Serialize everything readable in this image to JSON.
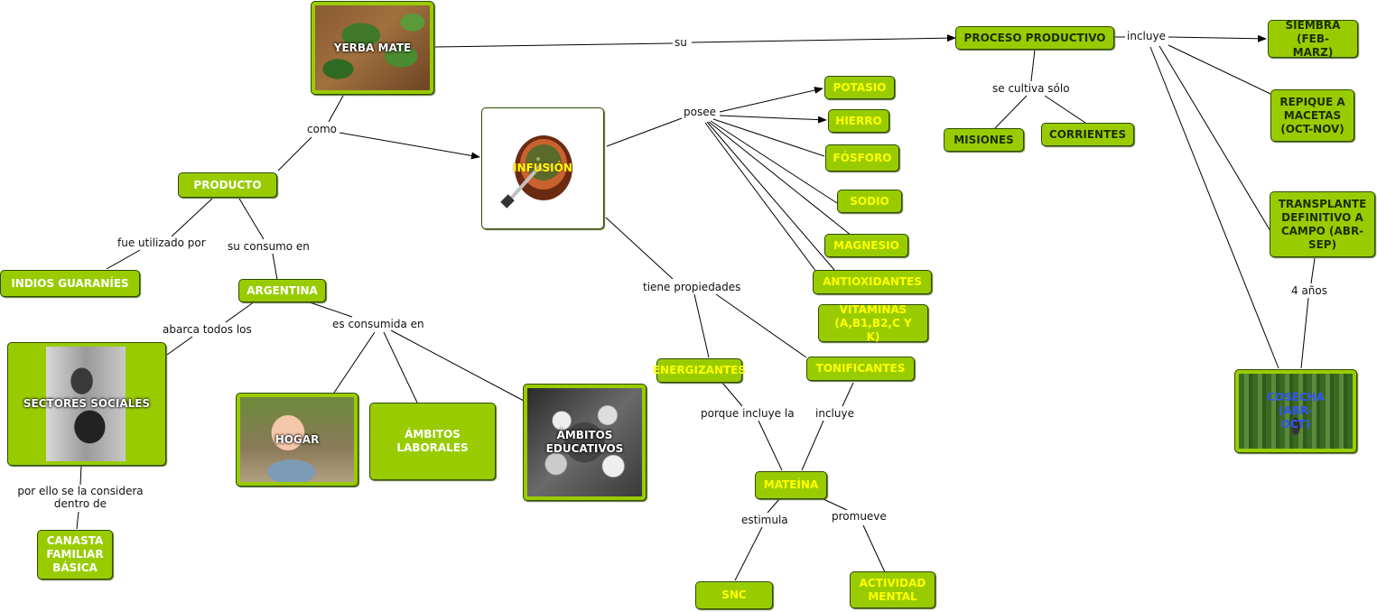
{
  "nodes": {
    "yerba_mate": "YERBA MATE",
    "producto": "PRODUCTO",
    "infusion": "INFUSIÓN",
    "indios": "INDIOS GUARANÍES",
    "argentina": "ARGENTINA",
    "sectores": "SECTORES SOCIALES",
    "canasta": "CANASTA FAMILIAR BÁSICA",
    "hogar": "HOGAR",
    "laborales": "ÁMBITOS LABORALES",
    "educativos": "ÁMBITOS EDUCATIVOS",
    "potasio": "POTASIO",
    "hierro": "HIERRO",
    "fosforo": "FÓSFORO",
    "sodio": "SODIO",
    "magnesio": "MAGNESIO",
    "antioxidantes": "ANTIOXIDANTES",
    "vitaminas": "VITAMINAS (A,B1,B2,C Y K)",
    "energizantes": "ENERGIZANTES",
    "tonificantes": "TONIFICANTES",
    "mateina": "MATEÍNA",
    "snc": "SNC",
    "actividad": "ACTIVIDAD MENTAL",
    "proceso": "PROCESO PRODUCTIVO",
    "misiones": "MISIONES",
    "corrientes": "CORRIENTES",
    "siembra": "SIEMBRA (FEB-MARZ)",
    "repique": "REPIQUE A MACETAS (OCT-NOV)",
    "transplante": "TRANSPLANTE DEFINITIVO A CAMPO (ABR-SEP)",
    "cosecha": "COSECHA (ABR-OCT)"
  },
  "links": {
    "su": "su",
    "como": "como",
    "fue_utilizado": "fue utilizado por",
    "su_consumo": "su consumo en",
    "abarca": "abarca todos los",
    "es_consumida": "es consumida en",
    "por_ello": "por ello se la considera dentro de",
    "posee": "posee",
    "tiene_prop": "tiene propiedades",
    "porque_incluye": "porque incluye la",
    "incluye_ton": "incluye",
    "estimula": "estimula",
    "promueve": "promueve",
    "incluye_proc": "incluye",
    "se_cultiva": "se cultiva sólo",
    "cuatro_anos": "4 años"
  },
  "colors": {
    "node_fill": "#99cc00",
    "node_border": "#2e4a00",
    "text_yellow": "#ffff00",
    "text_white": "#ffffff",
    "text_dark": "#1c2e00",
    "cosecha_text": "#3355ff",
    "line": "#000000"
  }
}
